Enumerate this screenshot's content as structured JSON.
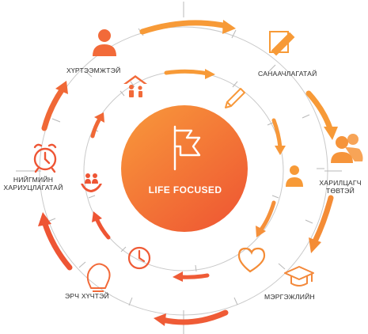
{
  "center": {
    "title": "LIFE FOCUSED",
    "icon": "flag-icon"
  },
  "labels": {
    "top_left": "ХҮРТЭЭМЖТЭЙ",
    "top_right": "САНААЧЛАГАТАЙ",
    "right_line1": "ХАРИЛЦАГЧ",
    "right_line2": "ТӨВТЭЙ",
    "left_line1": "НИЙГМИЙН",
    "left_line2": "ХАРИУЦЛАГАТАЙ",
    "bottom_left": "ЭРЧ ХҮЧТЭЙ",
    "bottom_right": "МЭРГЭЖЛИЙН"
  },
  "outer_icons": [
    "person-icon",
    "pencil-note-icon",
    "group-icon",
    "graduation-cap-icon",
    "lightbulb-icon",
    "alarm-clock-icon"
  ],
  "inner_icons": [
    "family-home-icon",
    "pencil-icon",
    "businessman-icon",
    "heart-icon",
    "clock-icon",
    "hands-people-icon"
  ],
  "colors": {
    "accent_light": "#f7a035",
    "accent_dark": "#ee5535",
    "ring": "#c4c4c4",
    "text": "#2a2a2a"
  }
}
